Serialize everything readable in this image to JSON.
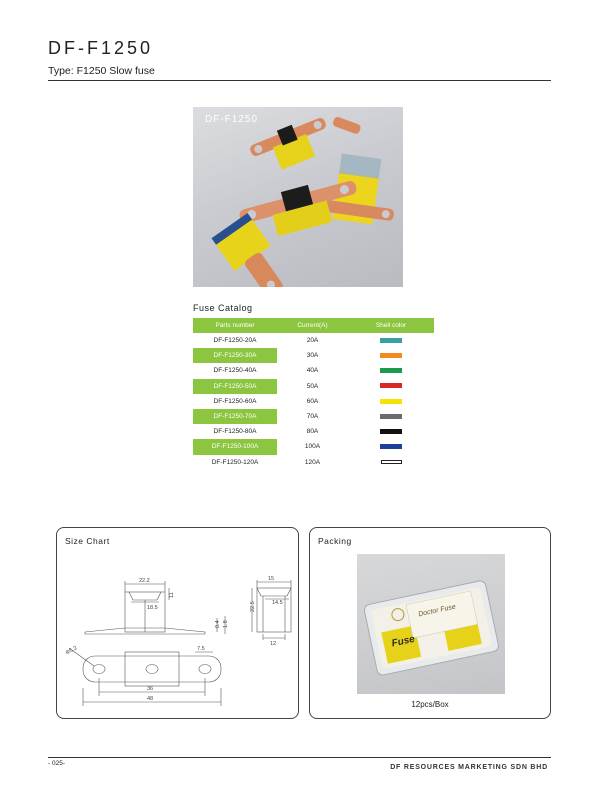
{
  "header": {
    "title": "DF-F1250",
    "subtitle": "Type: F1250 Slow fuse"
  },
  "photo": {
    "label": "DF-F1250"
  },
  "catalog": {
    "title": "Fuse Catalog",
    "headers": [
      "Parts number",
      "Current(A)",
      "Shell color"
    ],
    "rows": [
      {
        "part": "DF-F1250-20A",
        "current": "20A",
        "color": "#3a9ea5"
      },
      {
        "part": "DF-F1250-30A",
        "current": "30A",
        "color": "#f28a1e"
      },
      {
        "part": "DF-F1250-40A",
        "current": "40A",
        "color": "#1a9a4a"
      },
      {
        "part": "DF-F1250-50A",
        "current": "50A",
        "color": "#d92626"
      },
      {
        "part": "DF-F1250-60A",
        "current": "60A",
        "color": "#f5e400"
      },
      {
        "part": "DF-F1250-70A",
        "current": "70A",
        "color": "#6b6b6b"
      },
      {
        "part": "DF-F1250-80A",
        "current": "80A",
        "color": "#111111"
      },
      {
        "part": "DF-F1250-100A",
        "current": "100A",
        "color": "#1f3f9c"
      },
      {
        "part": "DF-F1250-120A",
        "current": "120A",
        "color": "#ffffff"
      }
    ]
  },
  "size_chart": {
    "title": "Size Chart",
    "dims": {
      "top_width": "22.2",
      "top_height": "11",
      "body_width": "18.5",
      "lead_a": "0.4",
      "lead_b": "1.8",
      "side_top": "15",
      "side_body": "14.5",
      "side_height": "22.5",
      "side_base": "12",
      "hole": "Φ5.2",
      "hole_offset": "7.5",
      "inner_len": "36",
      "total_len": "48"
    }
  },
  "packing": {
    "title": "Packing",
    "caption": "12pcs/Box",
    "box_brand": "Doctor Fuse",
    "box_label": "Fuse"
  },
  "footer": {
    "page": "- 025-",
    "company": "DF RESOURCES MARKETING SDN BHD"
  }
}
